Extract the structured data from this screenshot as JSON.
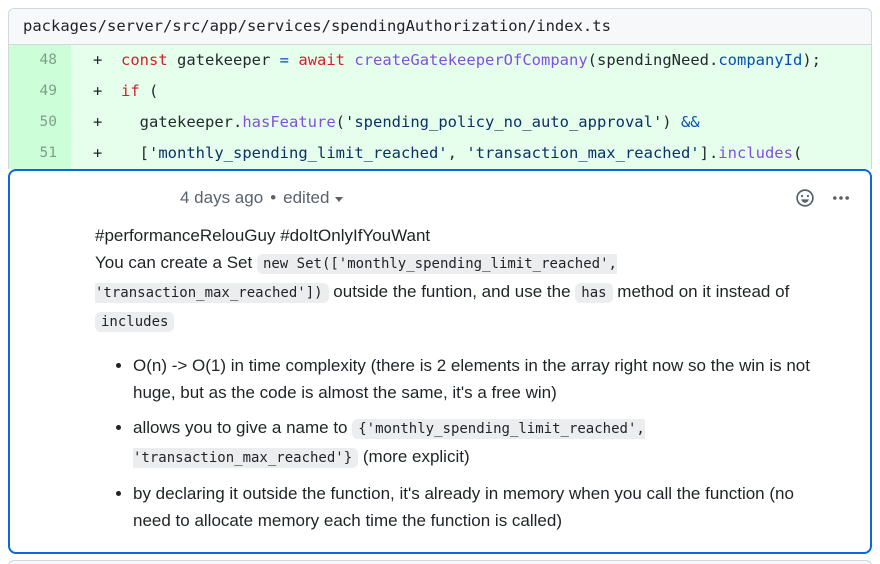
{
  "file_header": {
    "path": "packages/server/src/app/services/spendingAuthorization/index.ts"
  },
  "diff": {
    "lines": [
      {
        "number": "48",
        "sign": "+",
        "tokens": [
          {
            "t": "  ",
            "c": "pl"
          },
          {
            "t": "const",
            "c": "k"
          },
          {
            "t": " gatekeeper ",
            "c": "pl"
          },
          {
            "t": "=",
            "c": "op"
          },
          {
            "t": " ",
            "c": "pl"
          },
          {
            "t": "await",
            "c": "k"
          },
          {
            "t": " ",
            "c": "pl"
          },
          {
            "t": "createGatekeeperOfCompany",
            "c": "fn"
          },
          {
            "t": "(spendingNeed.",
            "c": "pl"
          },
          {
            "t": "companyId",
            "c": "prop"
          },
          {
            "t": ");",
            "c": "pl"
          }
        ]
      },
      {
        "number": "49",
        "sign": "+",
        "tokens": [
          {
            "t": "  ",
            "c": "pl"
          },
          {
            "t": "if",
            "c": "k"
          },
          {
            "t": " (",
            "c": "pl"
          }
        ]
      },
      {
        "number": "50",
        "sign": "+",
        "tokens": [
          {
            "t": "    gatekeeper.",
            "c": "pl"
          },
          {
            "t": "hasFeature",
            "c": "fn"
          },
          {
            "t": "(",
            "c": "pl"
          },
          {
            "t": "'spending_policy_no_auto_approval'",
            "c": "str"
          },
          {
            "t": ") ",
            "c": "pl"
          },
          {
            "t": "&&",
            "c": "op"
          }
        ]
      },
      {
        "number": "51",
        "sign": "+",
        "tokens": [
          {
            "t": "    [",
            "c": "pl"
          },
          {
            "t": "'monthly_spending_limit_reached'",
            "c": "str"
          },
          {
            "t": ", ",
            "c": "pl"
          },
          {
            "t": "'transaction_max_reached'",
            "c": "str"
          },
          {
            "t": "].",
            "c": "pl"
          },
          {
            "t": "includes",
            "c": "fn"
          },
          {
            "t": "(",
            "c": "pl"
          }
        ]
      }
    ]
  },
  "comment": {
    "timestamp": "4 days ago",
    "separator": "•",
    "edited_label": "edited",
    "emoji_button_icon": "smiley-icon",
    "menu_button_icon": "kebab-icon",
    "body": {
      "paragraphs": [
        [
          {
            "type": "text",
            "value": "#performanceRelouGuy #doItOnlyIfYouWant"
          }
        ],
        [
          {
            "type": "text",
            "value": "You can create a Set "
          },
          {
            "type": "code",
            "value": "new Set(['monthly_spending_limit_reached', 'transaction_max_reached'])"
          },
          {
            "type": "text",
            "value": " outside the funtion, and use the "
          },
          {
            "type": "code",
            "value": "has"
          },
          {
            "type": "text",
            "value": " method on it instead of "
          },
          {
            "type": "code",
            "value": "includes"
          }
        ]
      ],
      "bullets": [
        [
          {
            "type": "text",
            "value": "O(n) -> O(1) in time complexity (there is 2 elements in the array right now so the win is not huge, but as the code is almost the same, it's a free win)"
          }
        ],
        [
          {
            "type": "text",
            "value": "allows you to give a name to "
          },
          {
            "type": "code",
            "value": "{'monthly_spending_limit_reached', 'transaction_max_reached'}"
          },
          {
            "type": "text",
            "value": " (more explicit)"
          }
        ],
        [
          {
            "type": "text",
            "value": "by declaring it outside the function, it's already in memory when you call the function (no need to allocate memory each time the function is called)"
          }
        ]
      ]
    }
  },
  "colors": {
    "accent_border": "#0969da",
    "addition_bg": "#e6ffec",
    "addition_gutter_bg": "#ccffd8",
    "header_bg": "#f6f8fa",
    "border": "#d0d7de",
    "keyword": "#cf222e",
    "function": "#8250df",
    "string": "#0a3069",
    "operator": "#0550ae",
    "muted": "#59636e"
  }
}
